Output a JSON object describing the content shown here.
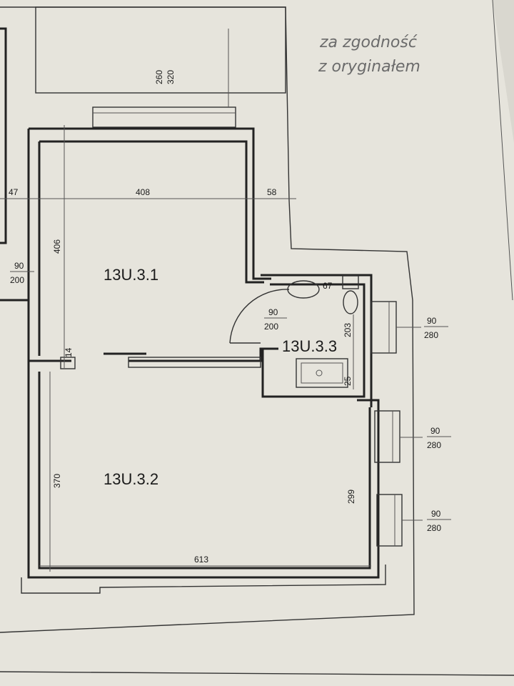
{
  "stamp": {
    "line1": "za zgodność",
    "line2": "z oryginałem"
  },
  "rooms": [
    {
      "id": "13U.3.1"
    },
    {
      "id": "13U.3.2"
    },
    {
      "id": "13U.3.3"
    }
  ],
  "dimensions": {
    "top_window_a": "260",
    "top_window_b": "320",
    "width_left": "47",
    "width_main": "408",
    "width_right": "58",
    "height_room1": "406",
    "height_room2": "370",
    "height_bath": "203",
    "height_room2_right": "299",
    "bottom_width": "613",
    "wall_14": "14",
    "basin_67": "67",
    "bath_25": "25",
    "door_left_w": "90",
    "door_left_h": "200",
    "door_bath_w": "90",
    "door_bath_h": "200",
    "win1_w": "90",
    "win1_h": "280",
    "win2_w": "90",
    "win2_h": "280",
    "win3_w": "90",
    "win3_h": "280"
  }
}
